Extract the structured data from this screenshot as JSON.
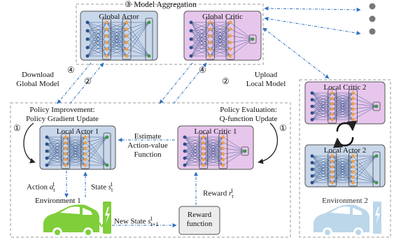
{
  "aggregation": {
    "step_number": "③",
    "label": "Model Aggregation"
  },
  "global_actor": {
    "title": "Global Actor"
  },
  "global_critic": {
    "title": "Global Critic"
  },
  "download": {
    "step_number": "④",
    "line1": "Download",
    "line2": "Global Model"
  },
  "upload": {
    "step_number": "②",
    "line1": "Upload",
    "line2": "Local Model"
  },
  "mid_steps": {
    "left_top": "②",
    "right_top": "④"
  },
  "policy_improvement": {
    "line1": "Policy Improvement:",
    "line2": "Policy Gradient Update",
    "step_number": "①"
  },
  "policy_evaluation": {
    "line1": "Policy Evaluation:",
    "line2": "Q-function Update",
    "step_number": "①"
  },
  "local_actor_1": {
    "title": "Local Actor 1"
  },
  "local_critic_1": {
    "title": "Local Critic 1"
  },
  "estimate": {
    "line1": "Estimate",
    "line2": "Action-value",
    "line3": "Function"
  },
  "action_label": {
    "text": "Action",
    "symbol": "a",
    "sub": "t",
    "sup": "1"
  },
  "state_label": {
    "text": "State",
    "symbol": "s",
    "sub": "t",
    "sup": "1"
  },
  "reward_label": {
    "text": "Reward",
    "symbol": "r",
    "sub": "t",
    "sup": "1"
  },
  "new_state_label": {
    "text": "New State",
    "symbol": "s",
    "sub": "t+1",
    "sup": "1"
  },
  "environment_1": {
    "label": "Environment 1"
  },
  "reward_function": {
    "line1": "Reward",
    "line2": "function"
  },
  "local_critic_2": {
    "title": "Local Critic 2"
  },
  "local_actor_2": {
    "title": "Local Actor 2"
  },
  "environment_2": {
    "label": "Environment 2"
  },
  "colors": {
    "actor_fill": "#c9d7ea",
    "critic_fill": "#e7c6ec",
    "node_blue": "#2d4f86",
    "node_orange": "#f0a04a",
    "node_green": "#3a9a3a",
    "link_blue": "#2f6fc1",
    "box_border": "#9a9a9a",
    "car_green": "#7fce3a",
    "car_faded": "#bcd6ea"
  }
}
